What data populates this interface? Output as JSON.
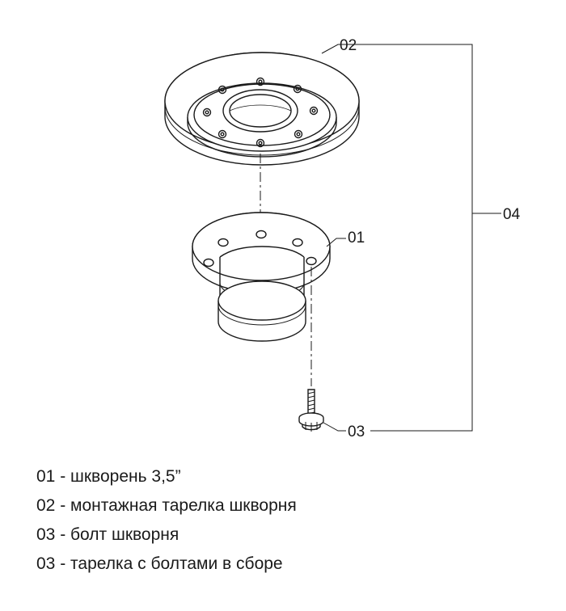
{
  "callouts": {
    "kingpin": "01",
    "mounting_plate": "02",
    "bolt": "03",
    "assembly": "04"
  },
  "legend": [
    "01 - шкворень 3,5”",
    "02 - монтажная тарелка шкворня",
    "03 - болт шкворня",
    "03 - тарелка с болтами в сборе"
  ]
}
